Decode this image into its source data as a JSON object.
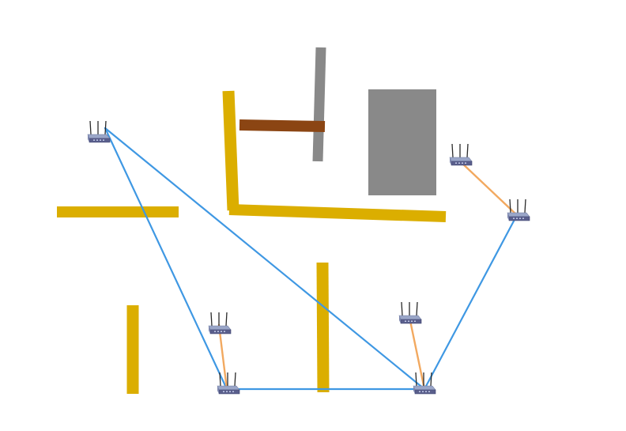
{
  "colors": {
    "background": "#ffffff",
    "wall_yellow": "#dbae00",
    "wall_gray": "#898989",
    "wall_brown": "#8b4513",
    "block_gray": "#898989",
    "link_blue": "#3f98e3",
    "link_orange": "#f2a960",
    "router_body": "#9aa6c8",
    "router_base": "#5a5f8c",
    "router_antenna": "#2a2a2a"
  },
  "icons": {
    "access_point": "wireless-router-icon"
  },
  "diagram": {
    "walls": [
      {
        "id": "wall-left-horizontal",
        "material": "yellow"
      },
      {
        "id": "wall-left-vertical-bottom",
        "material": "yellow"
      },
      {
        "id": "wall-center-vertical-top",
        "material": "yellow"
      },
      {
        "id": "wall-center-horizontal",
        "material": "yellow"
      },
      {
        "id": "wall-center-vertical-bottom",
        "material": "yellow"
      },
      {
        "id": "wall-gray-vertical",
        "material": "gray"
      },
      {
        "id": "wall-brown-horizontal",
        "material": "brown"
      }
    ],
    "blocks": [
      {
        "id": "block-gray-room",
        "material": "gray"
      }
    ],
    "routers": [
      {
        "id": "router-top-left"
      },
      {
        "id": "router-bottom-left"
      },
      {
        "id": "router-bottom-right"
      },
      {
        "id": "router-right"
      },
      {
        "id": "router-upper-right"
      },
      {
        "id": "router-mid-left"
      },
      {
        "id": "router-mid-right"
      }
    ],
    "links": [
      {
        "from": "router-top-left",
        "to": "router-bottom-left",
        "kind": "backbone"
      },
      {
        "from": "router-top-left",
        "to": "router-bottom-right",
        "kind": "backbone"
      },
      {
        "from": "router-bottom-left",
        "to": "router-bottom-right",
        "kind": "backbone"
      },
      {
        "from": "router-bottom-right",
        "to": "router-right",
        "kind": "backbone"
      },
      {
        "from": "router-right",
        "to": "router-upper-right",
        "kind": "client"
      },
      {
        "from": "router-bottom-left",
        "to": "router-mid-left",
        "kind": "client"
      },
      {
        "from": "router-bottom-right",
        "to": "router-mid-right",
        "kind": "client"
      }
    ]
  }
}
